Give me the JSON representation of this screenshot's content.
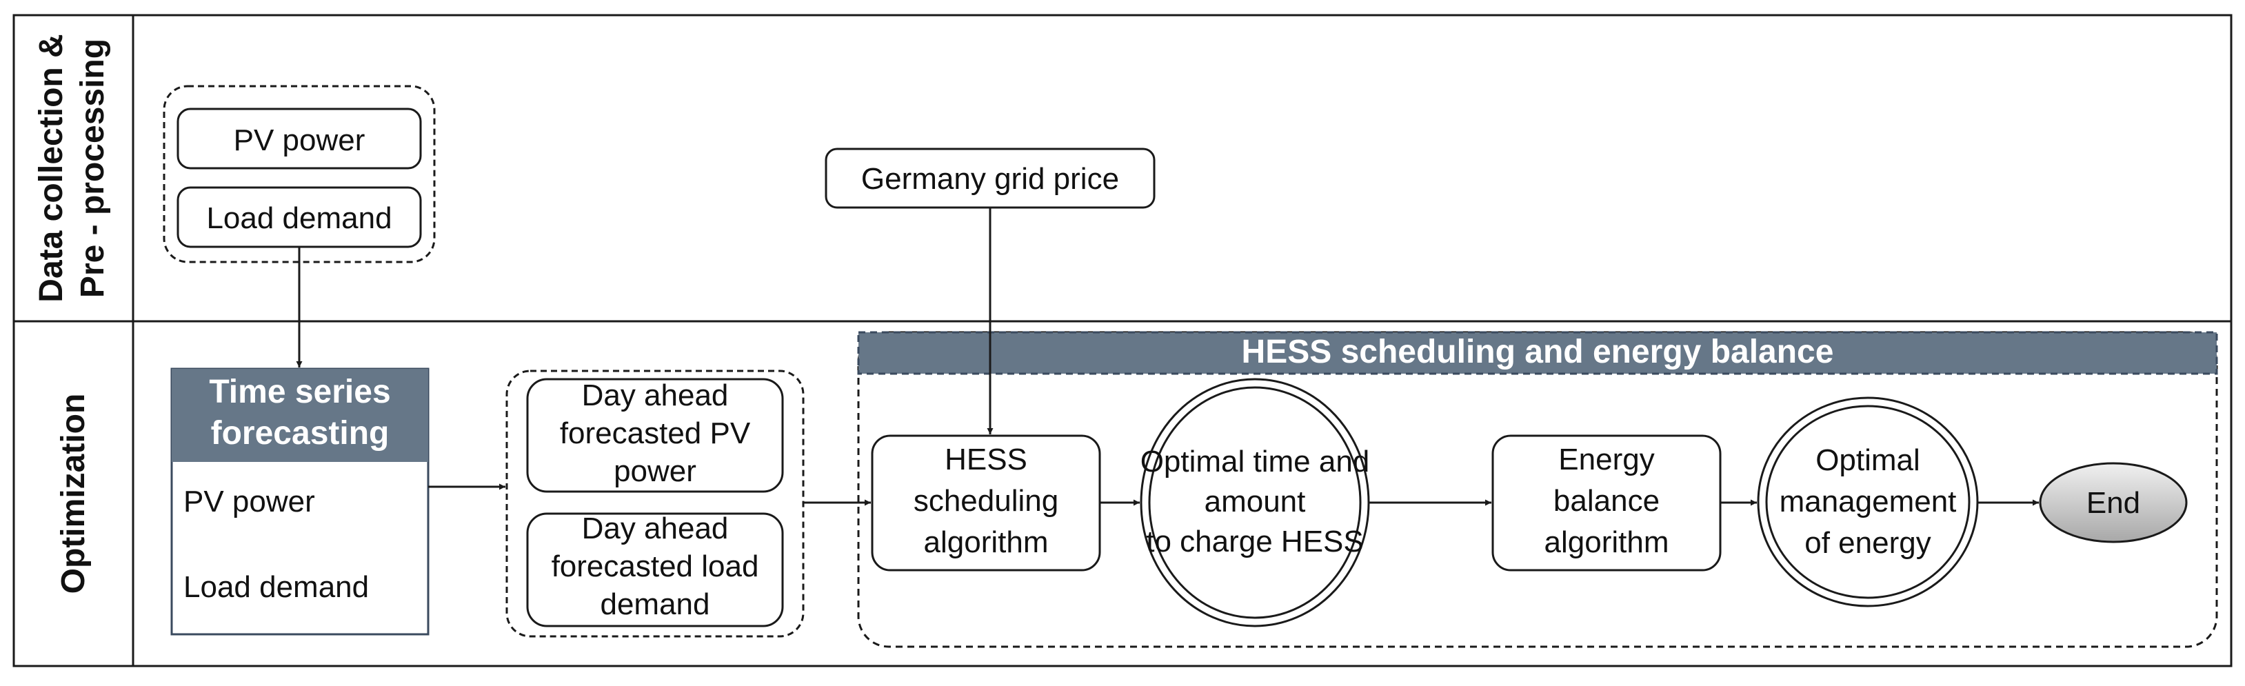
{
  "lanes": {
    "top": {
      "line1": "Data collection &",
      "line2": "Pre - processing"
    },
    "bottom": {
      "label": "Optimization"
    }
  },
  "inputs": {
    "pv_power": "PV power",
    "load_demand": "Load demand"
  },
  "grid_price": "Germany grid price",
  "forecasting": {
    "title_line1": "Time series",
    "title_line2": "forecasting",
    "item1": "PV power",
    "item2": "Load demand"
  },
  "forecasts": {
    "pv": [
      "Day ahead",
      "forecasted PV",
      "power"
    ],
    "load": [
      "Day ahead",
      "forecasted load",
      "demand"
    ]
  },
  "hess_group": {
    "title": "HESS scheduling and energy balance",
    "scheduling": [
      "HESS",
      "scheduling",
      "algorithm"
    ],
    "optimal_time": [
      "Optimal time and",
      "amount",
      "to charge HESS"
    ],
    "energy_balance": [
      "Energy",
      "balance",
      "algorithm"
    ],
    "optimal_management": [
      "Optimal",
      "management",
      "of energy"
    ],
    "end": "End"
  },
  "colors": {
    "header_fill": "#667788",
    "end_fill_light": "#f0f0f0",
    "end_fill_dark": "#a8a8a8",
    "stroke": "#1a1a1a"
  }
}
